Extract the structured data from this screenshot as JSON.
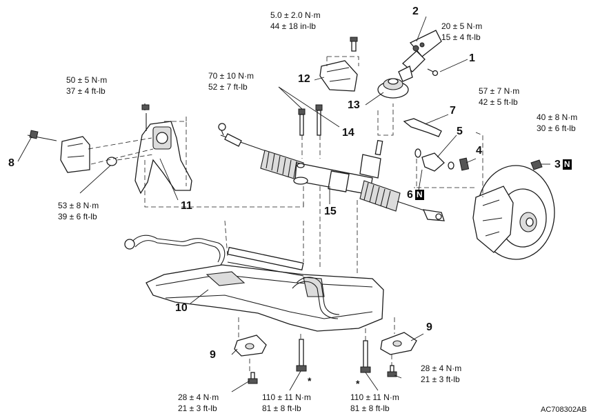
{
  "figure_id": "AC708302AB",
  "torques": {
    "t_heat_shield_bolt": [
      "5.0 ± 2.0 N·m",
      "44 ± 18 in-lb"
    ],
    "t_joint_bolt": [
      "20 ± 5 N·m",
      "15 ± 4 ft-lb"
    ],
    "t_stopper_bolt": [
      "50 ± 5 N·m",
      "37 ± 4 ft-lb"
    ],
    "t_gear_bolt": [
      "70 ± 10 N·m",
      "52 ± 7 ft-lb"
    ],
    "t_clamp_bolt": [
      "57 ± 7 N·m",
      "42 ± 5 ft-lb"
    ],
    "t_tie_rod_nut": [
      "40 ± 8 N·m",
      "30 ± 6 ft-lb"
    ],
    "t_bracket_nut": [
      "53 ± 8 N·m",
      "39 ± 6 ft-lb"
    ],
    "t_lower_left": [
      "28 ± 4 N·m",
      "21 ± 3 ft-lb"
    ],
    "t_lower_right": [
      "28 ± 4 N·m",
      "21 ± 3 ft-lb"
    ],
    "t_crossmember_left": [
      "110 ± 11 N·m",
      "81 ± 8 ft-lb"
    ],
    "t_crossmember_right": [
      "110 ± 11 N·m",
      "81 ± 8 ft-lb"
    ]
  },
  "callouts": {
    "c1": "1",
    "c2": "2",
    "c3": "3",
    "c4": "4",
    "c5": "5",
    "c6": "6",
    "c7": "7",
    "c8": "8",
    "c9a": "9",
    "c9b": "9",
    "c10": "10",
    "c11": "11",
    "c12": "12",
    "c13": "13",
    "c14": "14",
    "c15": "15"
  },
  "badge": "N",
  "asterisk": "*"
}
